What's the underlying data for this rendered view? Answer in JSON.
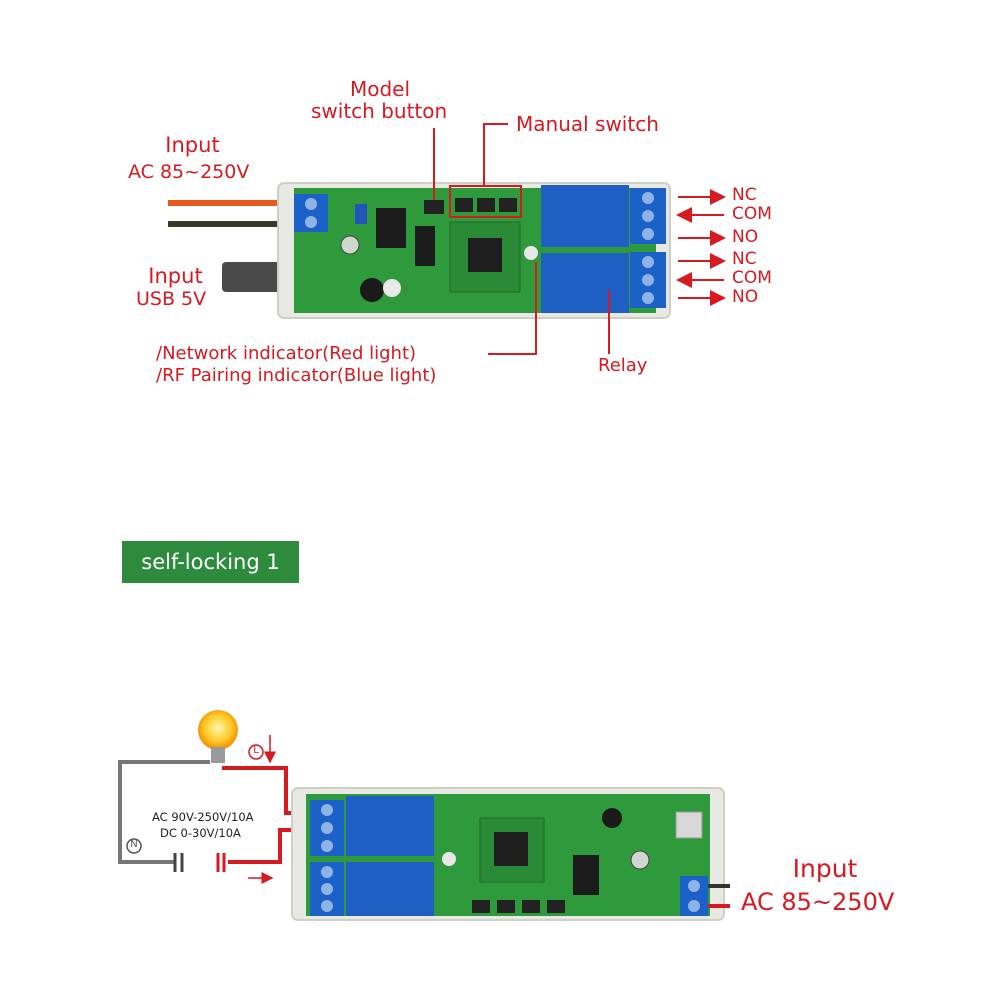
{
  "top_diagram": {
    "input_ac_title": "Input",
    "input_ac_value": "AC 85~250V",
    "input_usb_title": "Input",
    "input_usb_value": "USB 5V",
    "model_switch_line1": "Model",
    "model_switch_line2": "switch button",
    "manual_switch": "Manual switch",
    "indicator_line1": "/Network indicator(Red light)",
    "indicator_line2": "/RF Pairing indicator(Blue light)",
    "relay": "Relay",
    "relay1_terminals": [
      "NC",
      "COM",
      "NO"
    ],
    "relay2_terminals": [
      "NC",
      "COM",
      "NO"
    ]
  },
  "mode_badge": "self-locking 1",
  "bottom_diagram": {
    "load_rating_line1": "AC 90V-250V/10A",
    "load_rating_line2": "DC 0-30V/10A",
    "live_marker": "L",
    "neutral_marker": "N",
    "input_title": "Input",
    "input_value": "AC 85~250V"
  },
  "colors": {
    "label_red": "#d71920",
    "pcb_green": "#2f9a3c",
    "relay_blue": "#1f5fc4",
    "terminal_blue": "#1c61c8",
    "badge_green": "#2e8b3e"
  }
}
